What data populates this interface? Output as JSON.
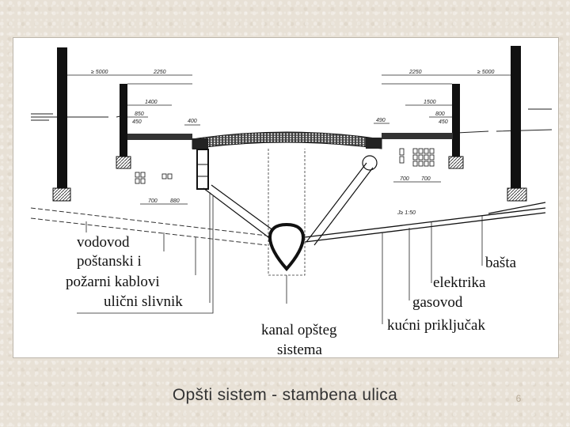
{
  "figure": {
    "labels": {
      "vodovod": "vodovod",
      "postanski": "poštanski i",
      "pozarni": "požarni kablovi",
      "slivnik": "ulični slivnik",
      "kanal_line1": "kanal opšteg",
      "kanal_line2": "sistema",
      "basta": "bašta",
      "elektrika": "elektrika",
      "gasovod": "gasovod",
      "prikljucak": "kućni priključak"
    },
    "dimensions": {
      "left_outer": "≥ 5000",
      "left_mid": "2250",
      "left_1400": "1400",
      "left_850": "850",
      "left_450": "450",
      "left_400": "400",
      "left_700": "700",
      "left_880": "880",
      "right_outer": "≥ 5000",
      "right_mid": "2250",
      "right_1500": "1500",
      "right_800": "800",
      "right_450": "450",
      "right_490": "490",
      "right_700a": "700",
      "right_700b": "700",
      "slope": "J≥ 1:50"
    }
  },
  "slide": {
    "caption": "Opšti sistem - stambena ulica",
    "number": "6"
  }
}
